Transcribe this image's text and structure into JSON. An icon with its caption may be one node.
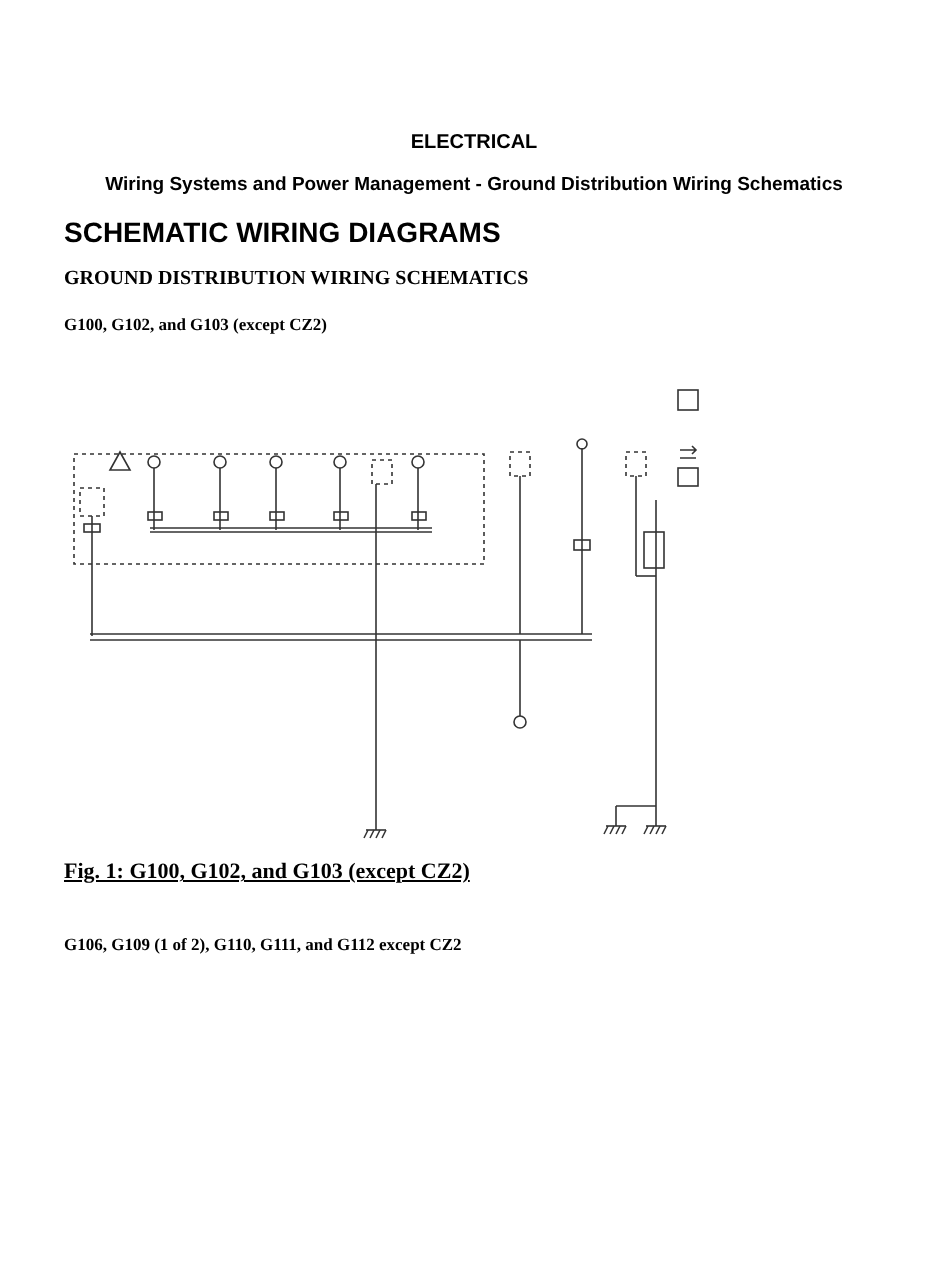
{
  "diagram": {
    "title": "ELECTRICAL",
    "caption": "Fig. 1: G100, G102, and G103 (except CZ2)",
    "labels": [
      "Wiring Systems and Power Management - Ground Distribution Wiring Schematics",
      "SCHEMATIC WIRING DIAGRAMS",
      "GROUND DISTRIBUTION WIRING SCHEMATICS",
      "G100, G102, and G103 (except CZ2)",
      "G106, G109 (1 of 2), G110, G111, and G112 except CZ2"
    ]
  }
}
